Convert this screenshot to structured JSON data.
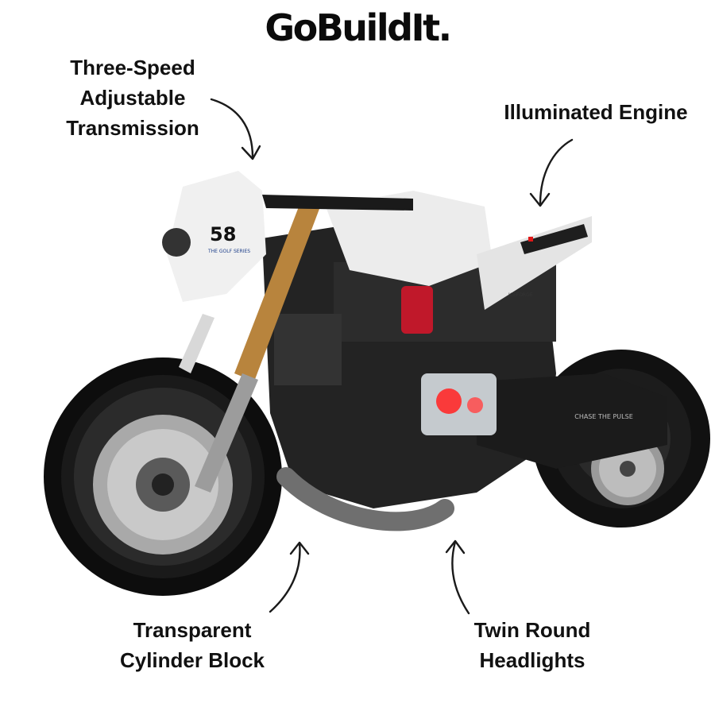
{
  "brand": {
    "logo_text": "GoBuildIt."
  },
  "bike": {
    "fairing_number": "58",
    "fairing_small_text": "THE GOLF SERIES",
    "exhaust_text": "CHASE THE PULSE",
    "side_text": "ICEFORGE"
  },
  "callouts": {
    "transmission": [
      "Three-Speed",
      "Adjustable",
      "Transmission"
    ],
    "engine": [
      "Illuminated Engine"
    ],
    "cylinder": [
      "Transparent",
      "Cylinder Block"
    ],
    "headlights": [
      "Twin Round",
      "Headlights"
    ]
  },
  "colors": {
    "text": "#111111",
    "fork_gold": "#b8843d",
    "shock_red": "#c0182a",
    "light_red": "#ff2a2a",
    "body_white": "#eeeeee",
    "frame_dark": "#222222"
  }
}
